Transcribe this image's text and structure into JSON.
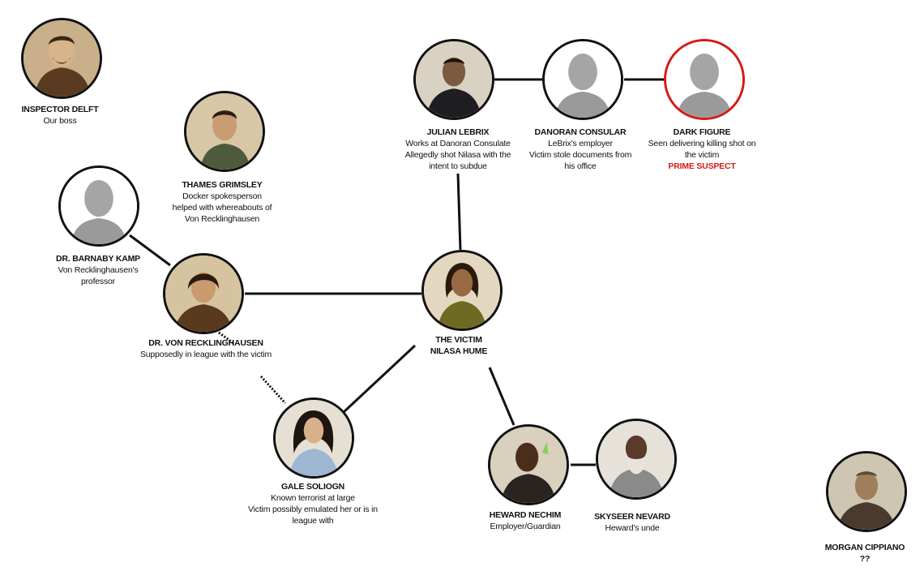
{
  "board": {
    "people": [
      {
        "id": "inspector-delft",
        "name": "INSPECTOR DELFT",
        "lines": [
          "Our boss"
        ],
        "portrait": "man-portrait-icon"
      },
      {
        "id": "thames-grimsley",
        "name": "THAMES GRIMSLEY",
        "lines": [
          "Docker spokesperson",
          "helped with whereabouts of",
          "Von Recklinghausen"
        ],
        "portrait": "man-portrait-icon"
      },
      {
        "id": "barnaby-kamp",
        "name": "DR. BARNABY KAMP",
        "lines": [
          "Von Recklinghausen's",
          "professor"
        ],
        "portrait": "unknown-silhouette-icon"
      },
      {
        "id": "von-recklinghausen",
        "name": "DR. VON RECKLINGHAUSEN",
        "lines": [
          "Supposedly in league with the victim"
        ],
        "portrait": "man-portrait-icon"
      },
      {
        "id": "julian-lebrix",
        "name": "JULIAN LEBRIX",
        "lines": [
          "Works at Danoran Consulate",
          "Allegedly shot Nilasa with the",
          "intent to subdue"
        ],
        "portrait": "man-portrait-icon"
      },
      {
        "id": "danoran-consular",
        "name": "DANORAN CONSULAR",
        "lines": [
          "LeBrix's employer",
          "Victim stole documents from",
          "his office"
        ],
        "portrait": "unknown-silhouette-icon"
      },
      {
        "id": "dark-figure",
        "name": "DARK FIGURE",
        "lines": [
          "Seen delivering killing shot on",
          "the victim"
        ],
        "alert": "PRIME SUSPECT",
        "portrait": "unknown-silhouette-icon"
      },
      {
        "id": "the-victim",
        "name": "THE VICTIM",
        "lines": [
          "NILASA HUME"
        ],
        "portrait": "woman-portrait-icon"
      },
      {
        "id": "gale-soliogn",
        "name": "GALE SOLIOGN",
        "lines": [
          "Known terrorist at large",
          "Victim possibly emulated her or is in",
          "league with"
        ],
        "portrait": "woman-portrait-icon"
      },
      {
        "id": "heward-nechim",
        "name": "HEWARD NECHIM",
        "lines": [
          "Employer/Guardian"
        ],
        "portrait": "man-portrait-icon"
      },
      {
        "id": "skyseer-nevard",
        "name": "SKYSEER NEVARD",
        "lines": [
          "Heward's unde"
        ],
        "portrait": "elder-portrait-icon"
      },
      {
        "id": "morgan-cippiano",
        "name": "MORGAN CIPPIANO",
        "lines": [
          "??"
        ],
        "portrait": "man-portrait-icon"
      }
    ],
    "connections": [
      {
        "from": "julian-lebrix",
        "to": "danoran-consular",
        "style": "solid"
      },
      {
        "from": "danoran-consular",
        "to": "dark-figure",
        "style": "solid"
      },
      {
        "from": "julian-lebrix",
        "to": "the-victim",
        "style": "solid"
      },
      {
        "from": "von-recklinghausen",
        "to": "the-victim",
        "style": "solid"
      },
      {
        "from": "barnaby-kamp",
        "to": "von-recklinghausen",
        "style": "solid"
      },
      {
        "from": "gale-soliogn",
        "to": "the-victim",
        "style": "solid"
      },
      {
        "from": "the-victim",
        "to": "heward-nechim",
        "style": "solid"
      },
      {
        "from": "heward-nechim",
        "to": "skyseer-nevard",
        "style": "solid"
      },
      {
        "from": "von-recklinghausen",
        "to": "gale-soliogn",
        "style": "dotted"
      }
    ],
    "colors": {
      "ink": "#111111",
      "suspect": "#d41a1a",
      "silhouette": "#9a9a9a"
    }
  }
}
